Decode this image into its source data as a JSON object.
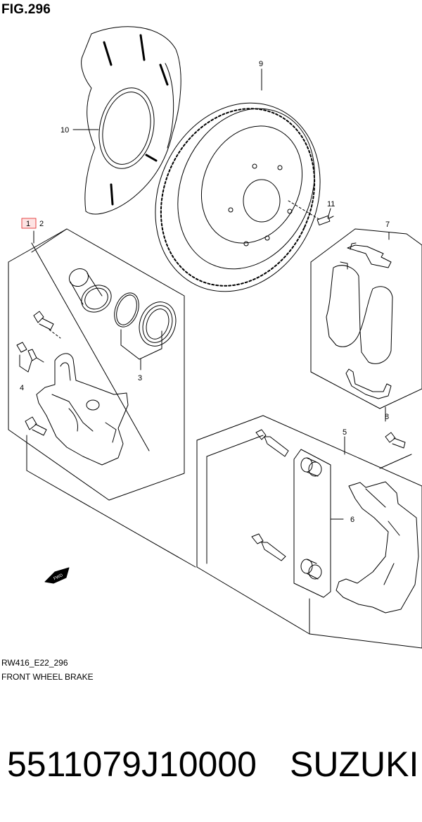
{
  "figure": {
    "title": "FIG.296"
  },
  "callouts": {
    "c1": "1",
    "c2": "2",
    "c3": "3",
    "c4": "4",
    "c5": "5",
    "c6": "6",
    "c7": "7",
    "c8": "8",
    "c9": "9",
    "c10": "10",
    "c11": "11"
  },
  "direction_label": "FWD",
  "footer": {
    "code": "RW416_E22_296",
    "caption": "FRONT WHEEL BRAKE"
  },
  "product": {
    "part_number": "5511079J10000",
    "brand": "SUZUKI"
  },
  "colors": {
    "line": "#000000",
    "highlight_box": "#e64545",
    "highlight_fill": "#fde3e3"
  }
}
